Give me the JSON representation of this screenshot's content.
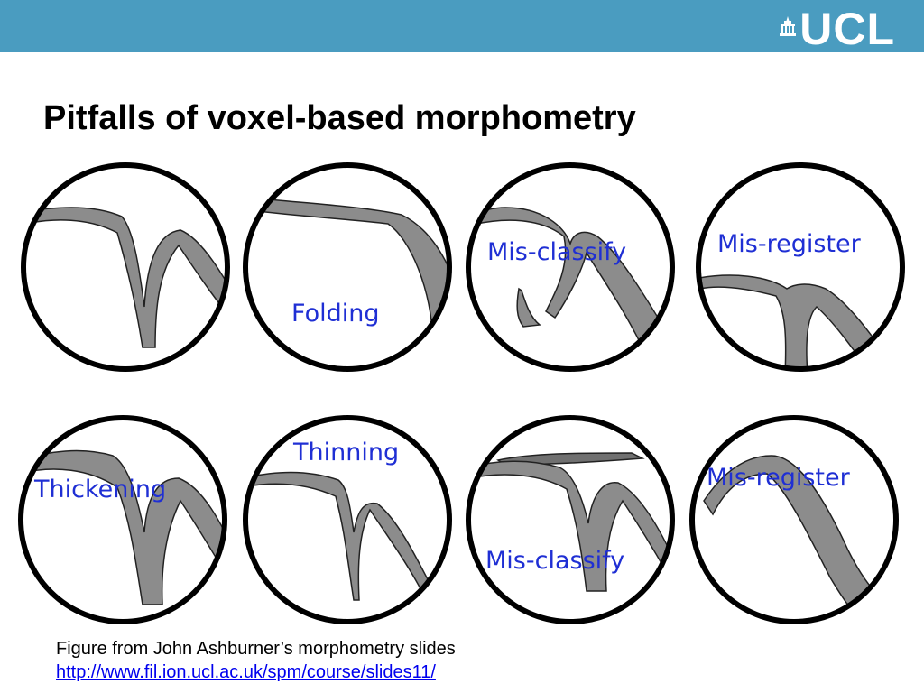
{
  "brand": {
    "logo_text": "UCL",
    "color": "#4a9cc0"
  },
  "slide": {
    "title": "Pitfalls of voxel-based morphometry"
  },
  "panels": {
    "p2": "Folding",
    "p3": "Mis-classify",
    "p4": "Mis-register",
    "p5": "Thickening",
    "p6": "Thinning",
    "p7": "Mis-classify",
    "p8": "Mis-register"
  },
  "caption": {
    "text": "Figure from John Ashburner’s morphometry slides",
    "link": "http://www.fil.ion.ucl.ac.uk/spm/course/slides11/"
  },
  "colors": {
    "label": "#1f2fd4",
    "tissue": "#8c8c8c",
    "outline": "#000000"
  }
}
